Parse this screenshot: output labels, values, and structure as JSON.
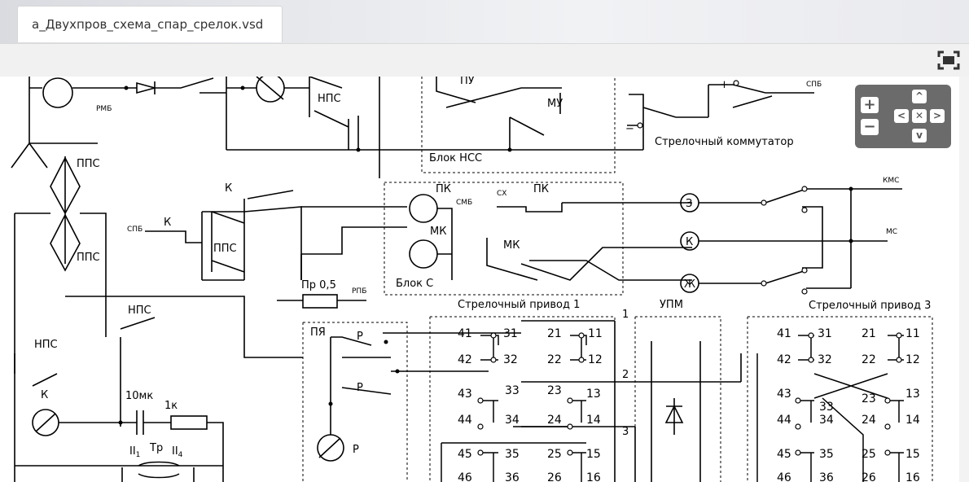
{
  "tab": {
    "title": "а_Двухпров_схема_спар_срелок.vsd"
  },
  "toolbar": {
    "fullscreen_icon": "fullscreen-icon"
  },
  "zoom": {
    "zoom_in": "+",
    "zoom_out": "−",
    "pan_up": "^",
    "pan_left": "<",
    "pan_reset": "✕",
    "pan_right": ">",
    "pan_down": "v"
  },
  "diagram": {
    "rmb": "РМБ",
    "nps_top": "НПС",
    "pu": "ПУ",
    "mu": "МУ",
    "block_nss": "Блок НСС",
    "plus": "+",
    "minus": "−",
    "spb_top": "СПБ",
    "strelochny_kommutator": "Стрелочный коммутатор",
    "pps_upper": "ППС",
    "pps_lower": "ППС",
    "k_upper": "К",
    "spb_left": "СПБ",
    "k_left": "К",
    "pps_mid": "ППС",
    "pk": "ПК",
    "smb": "СМБ",
    "mk": "МК",
    "block_s": "Блок С",
    "sx": "СХ",
    "pk_right": "ПК",
    "mk_right": "МК",
    "z_lamp": "З",
    "k_lamp": "К",
    "zh_lamp": "Ж",
    "kms": "КМС",
    "ms": "МС",
    "pr": "Пр 0,5",
    "rpb": "РПБ",
    "privod1": "Стрелочный привод 1",
    "upm": "УПМ",
    "privod3": "Стрелочный привод 3",
    "nps_mid": "НПС",
    "nps_left": "НПС",
    "k_lower": "К",
    "cap": "10мк",
    "res": "1к",
    "tr": "Тр",
    "ii1": "II",
    "ii1_sub": "1",
    "ii4": "II",
    "ii4_sub": "4",
    "pya": "ПЯ",
    "r1": "Р",
    "r2": "Р",
    "r3": "Р",
    "wire1": "1",
    "wire2": "2",
    "wire3": "3",
    "contacts_p1": {
      "c41": "41",
      "c31": "31",
      "c21": "21",
      "c11": "11",
      "c42": "42",
      "c32": "32",
      "c22": "22",
      "c12": "12",
      "c43": "43",
      "c33": "33",
      "c23": "23",
      "c13": "13",
      "c44": "44",
      "c34": "34",
      "c24": "24",
      "c14": "14",
      "c45": "45",
      "c35": "35",
      "c25": "25",
      "c15": "15",
      "c46": "46",
      "c36": "36",
      "c26": "26",
      "c16": "16"
    },
    "contacts_p3": {
      "c41": "41",
      "c31": "31",
      "c21": "21",
      "c11": "11",
      "c42": "42",
      "c32": "32",
      "c22": "22",
      "c12": "12",
      "c43": "43",
      "c33": "33",
      "c23": "23",
      "c13": "13",
      "c44": "44",
      "c34": "34",
      "c24": "24",
      "c14": "14",
      "c45": "45",
      "c35": "35",
      "c25": "25",
      "c15": "15",
      "c46": "46",
      "c36": "36",
      "c26": "26",
      "c16": "16"
    }
  }
}
